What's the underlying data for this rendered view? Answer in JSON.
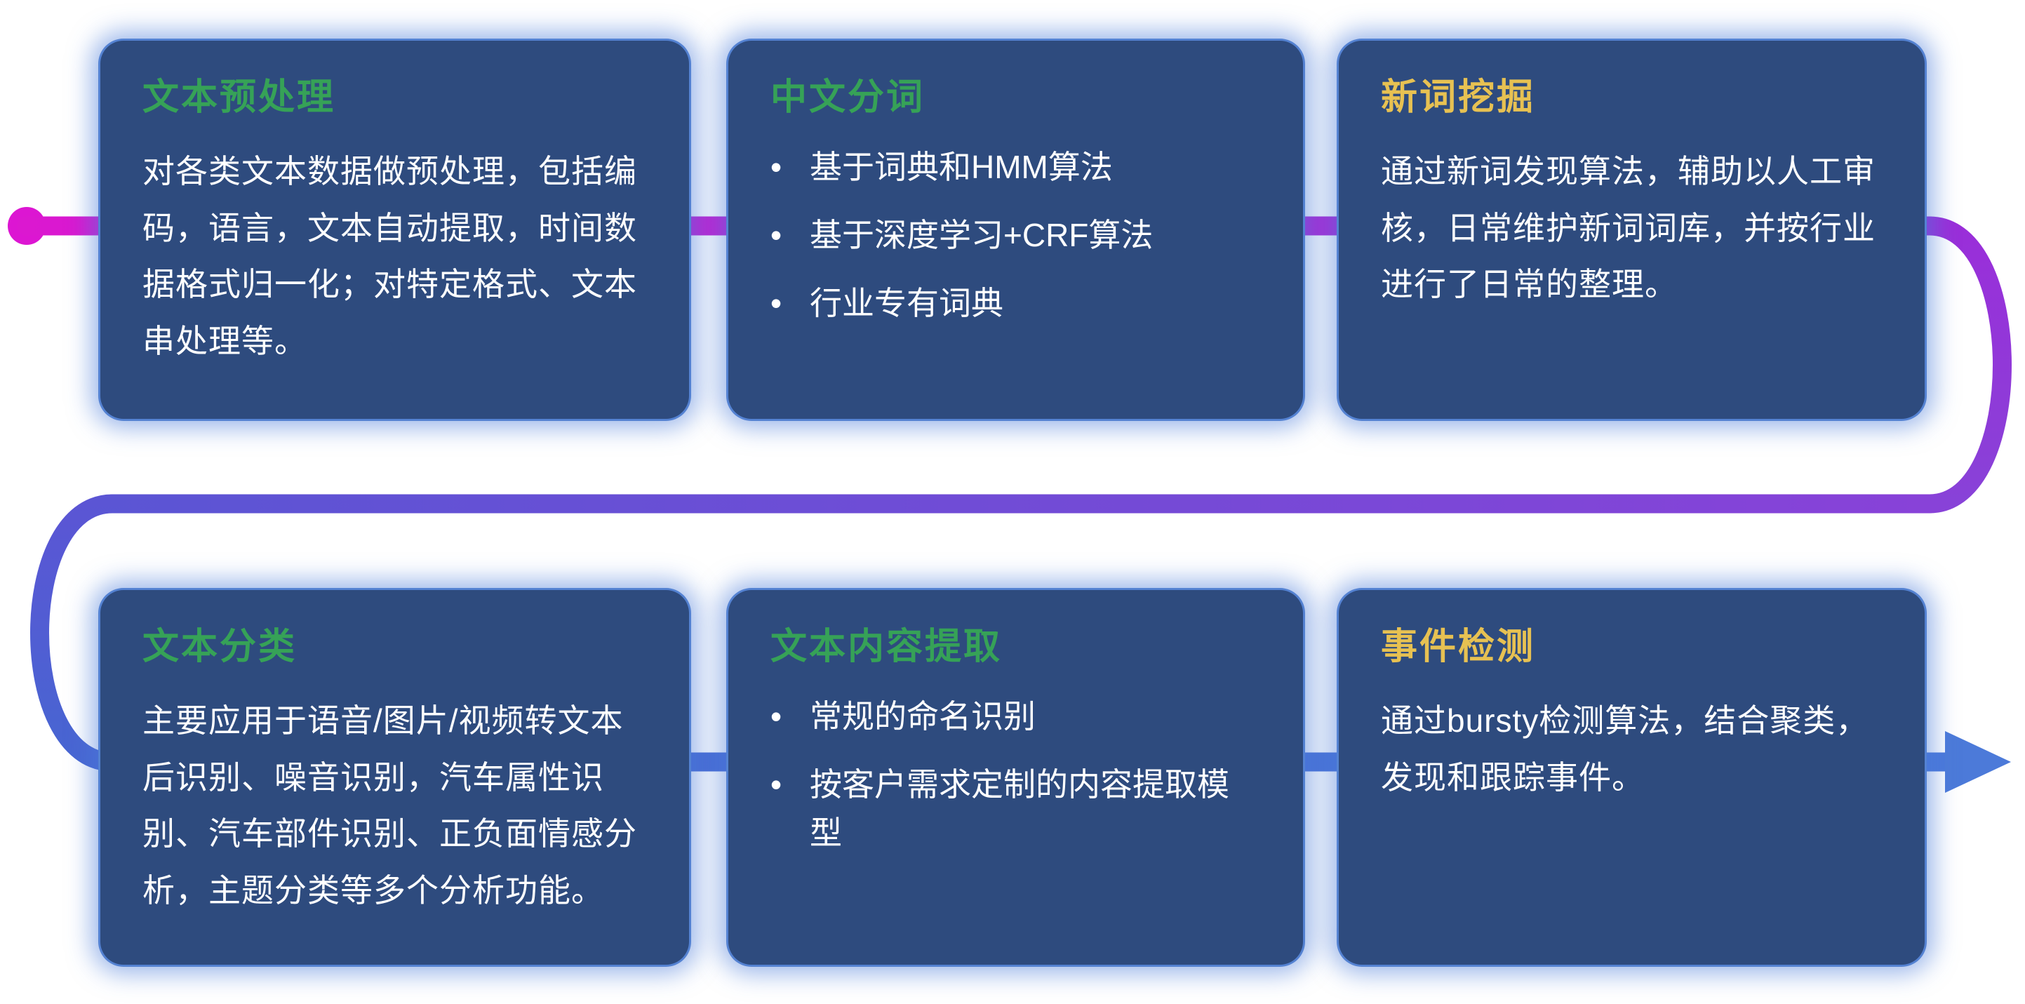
{
  "diagram": {
    "background": "#ffffff",
    "bullet_char": "•",
    "card_style": {
      "background": "#2e4b7e",
      "border": "#5a8ce0",
      "glow": "#4a7bd8",
      "body_text_color": "#ffffff"
    },
    "connector": {
      "start_dot_color": "#dc16d2",
      "gradient_colors": [
        "#db18d0",
        "#9a2ed9",
        "#8842d8",
        "#5b55d4",
        "#4766d2",
        "#4a78da"
      ],
      "arrow_color": "#4c7ad9"
    },
    "cards": [
      {
        "title": "文本预处理",
        "title_color": "#36a257",
        "body": "对各类文本数据做预处理，包括编码，语言，文本自动提取，时间数据格式归一化；对特定格式、文本串处理等。",
        "bullets": []
      },
      {
        "title": "中文分词",
        "title_color": "#36a257",
        "body": "",
        "bullets": [
          "基于词典和HMM算法",
          "基于深度学习+CRF算法",
          "行业专有词典"
        ]
      },
      {
        "title": "新词挖掘",
        "title_color": "#e7c152",
        "body": "通过新词发现算法，辅助以人工审核，日常维护新词词库，并按行业进行了日常的整理。",
        "bullets": []
      },
      {
        "title": "文本分类",
        "title_color": "#36a257",
        "body": "主要应用于语音/图片/视频转文本后识别、噪音识别，汽车属性识别、汽车部件识别、正负面情感分析，主题分类等多个分析功能。",
        "bullets": []
      },
      {
        "title": "文本内容提取",
        "title_color": "#36a257",
        "body": "",
        "bullets": [
          "常规的命名识别",
          "按客户需求定制的内容提取模型"
        ]
      },
      {
        "title": "事件检测",
        "title_color": "#e7c152",
        "body": "通过bursty检测算法，结合聚类，发现和跟踪事件。",
        "bullets": []
      }
    ]
  }
}
